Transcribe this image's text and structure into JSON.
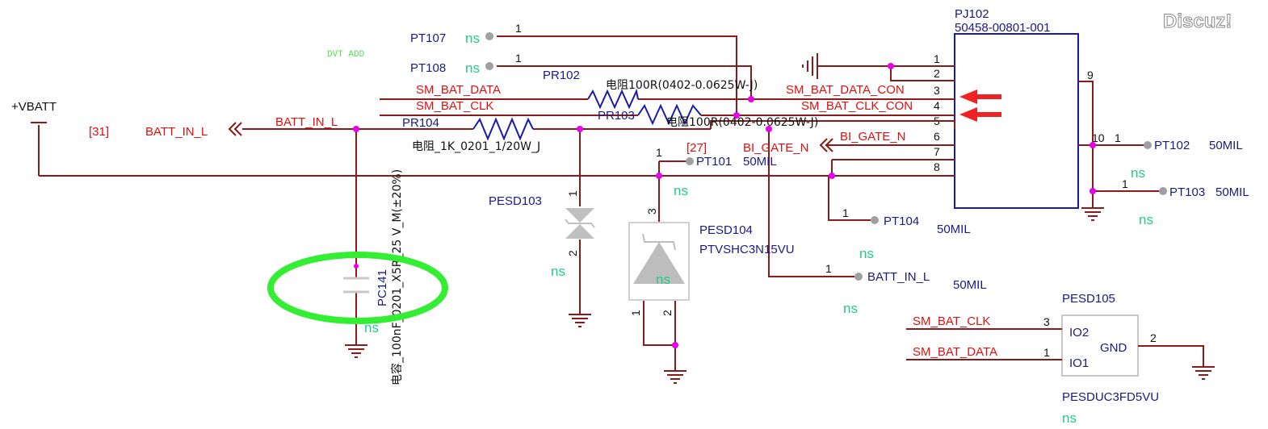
{
  "watermark": "Discuz!",
  "dvt_note": "DVT ADD",
  "power": {
    "name": "+VBATT"
  },
  "page_ref_31": "[31]",
  "page_ref_27": "[27]",
  "nets": {
    "batt_in_l_port": "BATT_IN_L",
    "batt_in_l_wire": "BATT_IN_L",
    "sm_bat_data": "SM_BAT_DATA",
    "sm_bat_clk": "SM_BAT_CLK",
    "sm_bat_data_con": "SM_BAT_DATA_CON",
    "sm_bat_clk_con": "SM_BAT_CLK_CON",
    "bi_gate_n_wire": "BI_GATE_N",
    "bi_gate_n_port": "BI_GATE_N",
    "pesd105_clk": "SM_BAT_CLK",
    "pesd105_data": "SM_BAT_DATA"
  },
  "connector": {
    "ref": "PJ102",
    "part": "50458-00801-001",
    "pins": [
      "1",
      "2",
      "3",
      "4",
      "5",
      "6",
      "7",
      "8"
    ],
    "pin9": "9",
    "pin10": "10"
  },
  "resistors": {
    "pr102": {
      "ref": "PR102",
      "value": "电阻100R(0402-0.0625W-J)"
    },
    "pr103": {
      "ref": "PR103",
      "value": "电阻100R(0402-0.0625W-J)"
    },
    "pr104": {
      "ref": "PR104",
      "value": "电阻_1K_0201_1/20W_J"
    }
  },
  "capacitor": {
    "ref": "PC141",
    "value": "电容_100nF_0201_X5R_25 V_M(±20%)",
    "ns": "ns"
  },
  "diodes": {
    "pesd103": {
      "ref": "PESD103",
      "ns": "ns",
      "pin1": "1",
      "pin2": "2"
    },
    "pesd104": {
      "ref": "PESD104",
      "part": "PTVSHC3N15VU",
      "ns": "ns",
      "pin1": "1",
      "pin2": "2",
      "pin3": "3"
    },
    "pesd105": {
      "ref": "PESD105",
      "part": "PESDUC3FD5VU",
      "ns": "ns",
      "io2": "IO2",
      "io1": "IO1",
      "gnd": "GND",
      "pin3": "3",
      "pin1": "1",
      "pin2": "2"
    }
  },
  "testpoints": {
    "pt107": {
      "ref": "PT107",
      "ns": "ns",
      "pin": "1"
    },
    "pt108": {
      "ref": "PT108",
      "ns": "ns",
      "pin": "1"
    },
    "pt101": {
      "ref": "PT101",
      "size": "50MIL",
      "ns": "ns",
      "pin": "1"
    },
    "pt104": {
      "ref": "PT104",
      "size": "50MIL",
      "ns": "ns",
      "pin": "1"
    },
    "pt_batt": {
      "ref": "BATT_IN_L",
      "size": "50MIL",
      "ns": "ns",
      "pin": "1"
    },
    "pt102": {
      "ref": "PT102",
      "size": "50MIL",
      "ns": "ns",
      "pin": "1"
    },
    "pt103": {
      "ref": "PT103",
      "size": "50MIL",
      "ns": "ns",
      "pin": "1"
    }
  },
  "colors": {
    "wire": "#8b1a1a",
    "net_label": "#e01010",
    "ref_text": "#1a1a80",
    "junction": "#e800e8",
    "ns": "#22cc88",
    "highlight": "#33ee33",
    "arrow": "#ee2222"
  }
}
